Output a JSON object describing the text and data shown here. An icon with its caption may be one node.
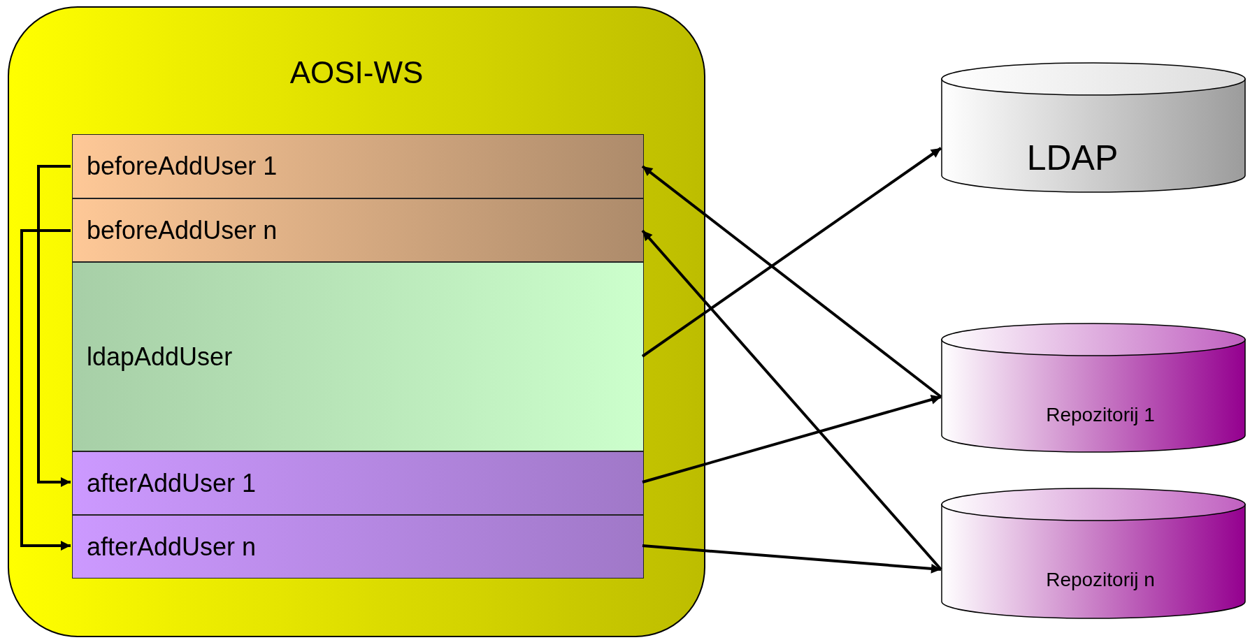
{
  "diagram": {
    "nodes": [
      {
        "text": [
          "AOSI-WS"
        ]
      },
      {
        "text": [
          "beforeAddUser 1"
        ],
        "in": 0
      },
      {
        "text": [
          "beforeAddUser n"
        ],
        "in": 0
      },
      {
        "text": [
          "ldapAddUser"
        ],
        "in": 0
      },
      {
        "text": [
          "afterAddUser 1"
        ],
        "in": 0
      },
      {
        "text": [
          "afterAddUser n"
        ],
        "in": 0
      },
      {
        "text": [
          "LDAP"
        ]
      },
      {
        "text": [
          "Repozitorij 1"
        ]
      },
      {
        "text": [
          "Repozitorij n"
        ]
      }
    ],
    "edges": [
      {
        "from": 1,
        "to": 4,
        "arrow": "to"
      },
      {
        "from": 2,
        "to": 5,
        "arrow": "to"
      },
      {
        "from": 3,
        "to": 6,
        "arrow": "to"
      },
      {
        "from": 7,
        "to": 1,
        "arrow": "to"
      },
      {
        "from": 8,
        "to": 2,
        "arrow": "to"
      },
      {
        "from": 4,
        "to": 7,
        "arrow": "to"
      },
      {
        "from": 5,
        "to": 8,
        "arrow": "to"
      }
    ]
  }
}
